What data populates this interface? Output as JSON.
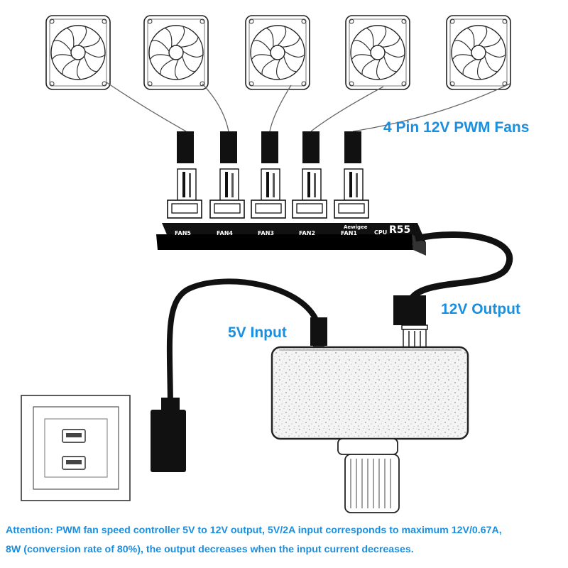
{
  "labels": {
    "fans": "4 Pin 12V PWM Fans",
    "output": "12V Output",
    "input": "5V Input"
  },
  "hub": {
    "ports": [
      "FAN5",
      "FAN4",
      "FAN3",
      "FAN2",
      "FAN1"
    ],
    "brand": "Aewigee",
    "cpu_label": "CPU",
    "model": "R55"
  },
  "notice": {
    "line1": "Attention: PWM fan speed controller 5V to 12V output, 5V/2A input corresponds to maximum 12V/0.67A,",
    "line2": "8W (conversion rate of 80%), the output decreases when the input current decreases."
  },
  "colors": {
    "accent": "#1a8fe0",
    "cable": "#111111",
    "outline": "#222222"
  },
  "icons": [
    "fan-icon",
    "usb-port-icon",
    "knob-icon"
  ]
}
